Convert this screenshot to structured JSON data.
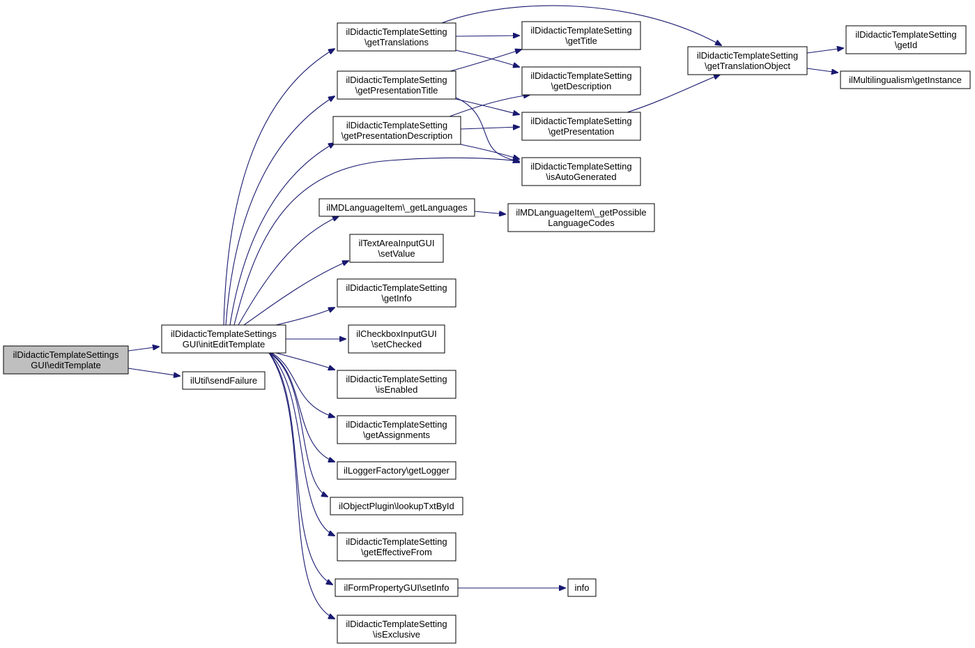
{
  "diagram": {
    "nodes": [
      {
        "id": "editTemplate",
        "lines": [
          "ilDidacticTemplateSettings",
          "GUI\\editTemplate"
        ],
        "root": true
      },
      {
        "id": "initEditTemplate",
        "lines": [
          "ilDidacticTemplateSettings",
          "GUI\\initEditTemplate"
        ]
      },
      {
        "id": "sendFailure",
        "lines": [
          "ilUtil\\sendFailure"
        ]
      },
      {
        "id": "getTranslations",
        "lines": [
          "ilDidacticTemplateSetting",
          "\\getTranslations"
        ]
      },
      {
        "id": "getPresentationTitle",
        "lines": [
          "ilDidacticTemplateSetting",
          "\\getPresentationTitle"
        ]
      },
      {
        "id": "getPresentationDescription",
        "lines": [
          "ilDidacticTemplateSetting",
          "\\getPresentationDescription"
        ]
      },
      {
        "id": "getTitle",
        "lines": [
          "ilDidacticTemplateSetting",
          "\\getTitle"
        ]
      },
      {
        "id": "getDescription",
        "lines": [
          "ilDidacticTemplateSetting",
          "\\getDescription"
        ]
      },
      {
        "id": "getPresentation",
        "lines": [
          "ilDidacticTemplateSetting",
          "\\getPresentation"
        ]
      },
      {
        "id": "isAutoGenerated",
        "lines": [
          "ilDidacticTemplateSetting",
          "\\isAutoGenerated"
        ]
      },
      {
        "id": "getTranslationObject",
        "lines": [
          "ilDidacticTemplateSetting",
          "\\getTranslationObject"
        ]
      },
      {
        "id": "getId",
        "lines": [
          "ilDidacticTemplateSetting",
          "\\getId"
        ]
      },
      {
        "id": "getInstance",
        "lines": [
          "ilMultilingualism\\getInstance"
        ]
      },
      {
        "id": "getLanguages",
        "lines": [
          "ilMDLanguageItem\\_getLanguages"
        ]
      },
      {
        "id": "getPossibleLanguageCodes",
        "lines": [
          "ilMDLanguageItem\\_getPossible",
          "LanguageCodes"
        ]
      },
      {
        "id": "setValue",
        "lines": [
          "ilTextAreaInputGUI",
          "\\setValue"
        ]
      },
      {
        "id": "getInfo",
        "lines": [
          "ilDidacticTemplateSetting",
          "\\getInfo"
        ]
      },
      {
        "id": "setChecked",
        "lines": [
          "ilCheckboxInputGUI",
          "\\setChecked"
        ]
      },
      {
        "id": "isEnabled",
        "lines": [
          "ilDidacticTemplateSetting",
          "\\isEnabled"
        ]
      },
      {
        "id": "getAssignments",
        "lines": [
          "ilDidacticTemplateSetting",
          "\\getAssignments"
        ]
      },
      {
        "id": "getLogger",
        "lines": [
          "ilLoggerFactory\\getLogger"
        ]
      },
      {
        "id": "lookupTxtById",
        "lines": [
          "ilObjectPlugin\\lookupTxtById"
        ]
      },
      {
        "id": "getEffectiveFrom",
        "lines": [
          "ilDidacticTemplateSetting",
          "\\getEffectiveFrom"
        ]
      },
      {
        "id": "setInfo",
        "lines": [
          "ilFormPropertyGUI\\setInfo"
        ]
      },
      {
        "id": "info",
        "lines": [
          "info"
        ]
      },
      {
        "id": "isExclusive",
        "lines": [
          "ilDidacticTemplateSetting",
          "\\isExclusive"
        ]
      }
    ],
    "edges": [
      [
        "editTemplate",
        "initEditTemplate"
      ],
      [
        "editTemplate",
        "sendFailure"
      ],
      [
        "initEditTemplate",
        "getTranslations"
      ],
      [
        "initEditTemplate",
        "getPresentationTitle"
      ],
      [
        "initEditTemplate",
        "getPresentationDescription"
      ],
      [
        "initEditTemplate",
        "isAutoGenerated"
      ],
      [
        "initEditTemplate",
        "getLanguages"
      ],
      [
        "initEditTemplate",
        "setValue"
      ],
      [
        "initEditTemplate",
        "getInfo"
      ],
      [
        "initEditTemplate",
        "setChecked"
      ],
      [
        "initEditTemplate",
        "isEnabled"
      ],
      [
        "initEditTemplate",
        "getAssignments"
      ],
      [
        "initEditTemplate",
        "getLogger"
      ],
      [
        "initEditTemplate",
        "lookupTxtById"
      ],
      [
        "initEditTemplate",
        "getEffectiveFrom"
      ],
      [
        "initEditTemplate",
        "setInfo"
      ],
      [
        "initEditTemplate",
        "isExclusive"
      ],
      [
        "getTranslations",
        "getTitle"
      ],
      [
        "getTranslations",
        "getDescription"
      ],
      [
        "getTranslations",
        "getTranslationObject"
      ],
      [
        "getPresentationTitle",
        "getTitle"
      ],
      [
        "getPresentationTitle",
        "getPresentation"
      ],
      [
        "getPresentationTitle",
        "isAutoGenerated"
      ],
      [
        "getPresentationDescription",
        "getDescription"
      ],
      [
        "getPresentationDescription",
        "getPresentation"
      ],
      [
        "getPresentationDescription",
        "isAutoGenerated"
      ],
      [
        "getPresentation",
        "getTranslationObject"
      ],
      [
        "getTranslationObject",
        "getId"
      ],
      [
        "getTranslationObject",
        "getInstance"
      ],
      [
        "getLanguages",
        "getPossibleLanguageCodes"
      ],
      [
        "setInfo",
        "info"
      ]
    ]
  },
  "colors": {
    "edge": "#191970",
    "root_fill": "#bfbfbf",
    "node_fill": "#ffffff"
  }
}
